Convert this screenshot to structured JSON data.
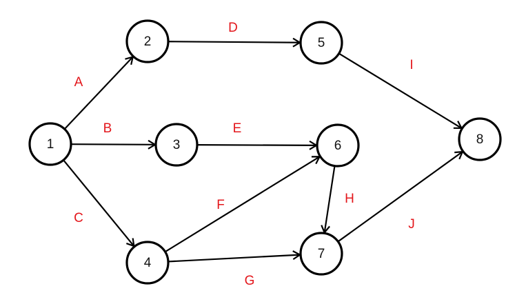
{
  "diagram": {
    "type": "activity-on-arrow network",
    "edge_label_color": "#e3161b",
    "line_color": "#000000",
    "nodes": [
      {
        "id": "1",
        "label": "1"
      },
      {
        "id": "2",
        "label": "2"
      },
      {
        "id": "3",
        "label": "3"
      },
      {
        "id": "4",
        "label": "4"
      },
      {
        "id": "5",
        "label": "5"
      },
      {
        "id": "6",
        "label": "6"
      },
      {
        "id": "7",
        "label": "7"
      },
      {
        "id": "8",
        "label": "8"
      }
    ],
    "edges": [
      {
        "from": "1",
        "to": "2",
        "label": "A"
      },
      {
        "from": "1",
        "to": "3",
        "label": "B"
      },
      {
        "from": "1",
        "to": "4",
        "label": "C"
      },
      {
        "from": "2",
        "to": "5",
        "label": "D"
      },
      {
        "from": "3",
        "to": "6",
        "label": "E"
      },
      {
        "from": "4",
        "to": "6",
        "label": "F"
      },
      {
        "from": "4",
        "to": "7",
        "label": "G"
      },
      {
        "from": "6",
        "to": "7",
        "label": "H"
      },
      {
        "from": "5",
        "to": "8",
        "label": "I"
      },
      {
        "from": "7",
        "to": "8",
        "label": "J"
      }
    ]
  }
}
